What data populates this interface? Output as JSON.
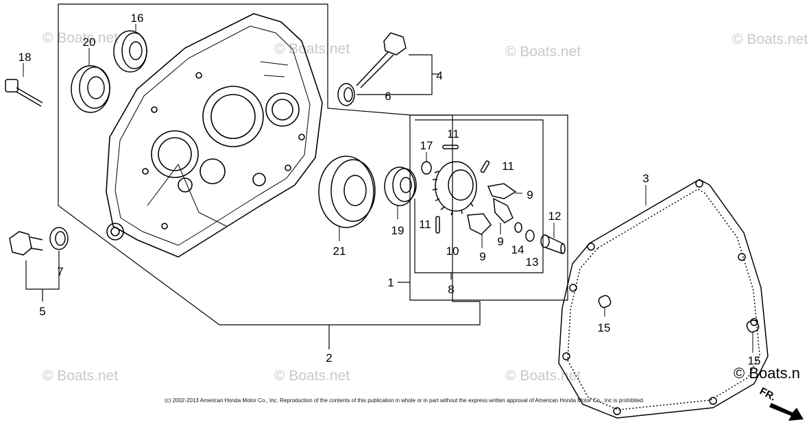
{
  "callouts": {
    "c1": "1",
    "c2": "2",
    "c3": "3",
    "c4": "4",
    "c5": "5",
    "c6": "6",
    "c7": "7",
    "c8": "8",
    "c9a": "9",
    "c9b": "9",
    "c9c": "9",
    "c10": "10",
    "c11a": "11",
    "c11b": "11",
    "c11c": "11",
    "c12": "12",
    "c13": "13",
    "c14": "14",
    "c15a": "15",
    "c15b": "15",
    "c16": "16",
    "c17": "17",
    "c18": "18",
    "c19": "19",
    "c20": "20",
    "c21": "21"
  },
  "watermark": "© Boats.net",
  "watermark_corner": "© Boats.n",
  "front_label": "FR.",
  "copyright": "(c) 2002-2013 American Honda Motor Co., Inc. Reproduction of the contents of this publication in whole or in part without the express written approval of American Honda Motor Co., Inc is prohibited."
}
